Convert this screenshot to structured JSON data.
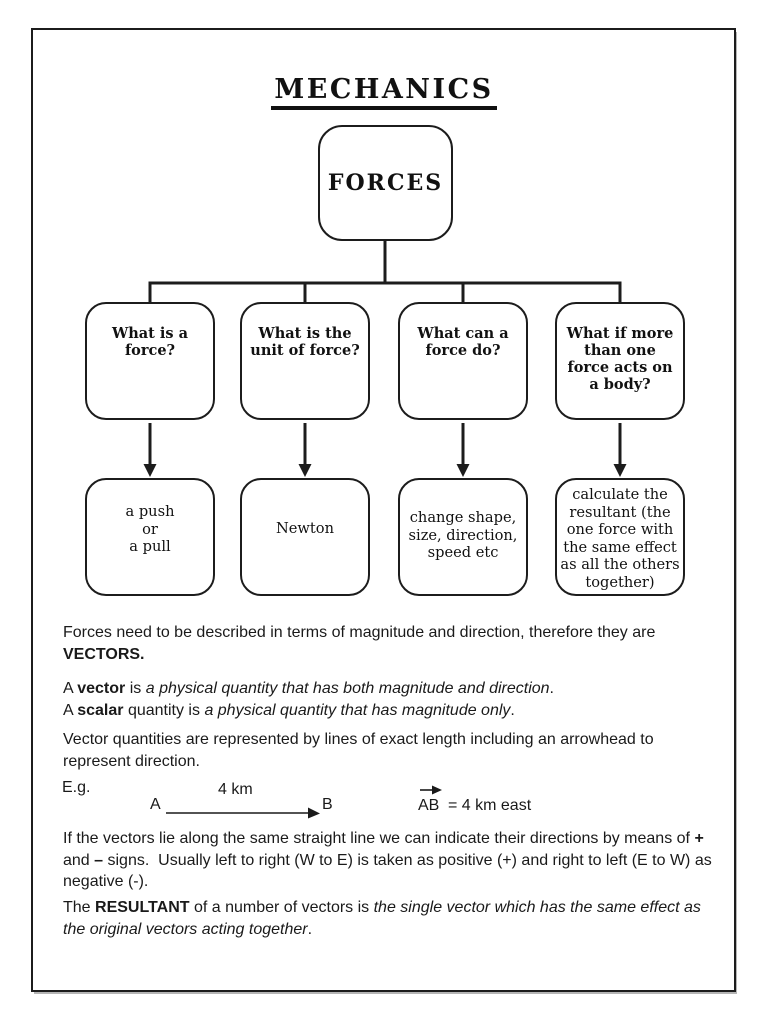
{
  "page": {
    "title": "MECHANICS"
  },
  "flowchart": {
    "root_label": "FORCES",
    "questions": [
      {
        "lines": [
          "What is a",
          "force?"
        ]
      },
      {
        "lines": [
          "What is the",
          "unit of force?"
        ]
      },
      {
        "lines": [
          "What can a",
          "force do?"
        ]
      },
      {
        "lines": [
          "What if more",
          "than one",
          "force acts on",
          "a body?"
        ]
      }
    ],
    "answers": [
      {
        "lines": [
          "a push",
          "or",
          "a pull"
        ]
      },
      {
        "lines": [
          "Newton"
        ]
      },
      {
        "lines": [
          "change shape,",
          "size, direction,",
          "speed etc"
        ]
      },
      {
        "lines": [
          "calculate the",
          "resultant (the",
          "one force with",
          "the same effect",
          "as all the others",
          "together)"
        ]
      }
    ]
  },
  "paragraphs": {
    "vectors_intro": {
      "lines": [
        [
          {
            "t": "Forces need to be described in terms of magnitude and direction, therefore they are"
          }
        ],
        [
          {
            "t": "VECTORS.",
            "b": true
          }
        ]
      ]
    },
    "vector_scalar": {
      "lines": [
        [
          {
            "t": "A "
          },
          {
            "t": "vector",
            "b": true
          },
          {
            "t": " is "
          },
          {
            "t": "a physical quantity that has both magnitude and direction",
            "i": true
          },
          {
            "t": "."
          }
        ],
        [
          {
            "t": "A "
          },
          {
            "t": "scalar",
            "b": true
          },
          {
            "t": " quantity is "
          },
          {
            "t": "a physical quantity that has magnitude only",
            "i": true
          },
          {
            "t": "."
          }
        ]
      ]
    },
    "representation": {
      "lines": [
        [
          {
            "t": "Vector quantities are represented by lines of exact length including an arrowhead to"
          }
        ],
        [
          {
            "t": "represent direction."
          }
        ]
      ]
    },
    "signs": {
      "lines": [
        [
          {
            "t": "If the vectors lie along the same straight line we can indicate their directions by means of "
          },
          {
            "t": "+",
            "b": true
          }
        ],
        [
          {
            "t": "and "
          },
          {
            "t": "–",
            "b": true
          },
          {
            "t": " signs.  Usually left to right (W to E) is taken as positive (+) and right to left (E to W) as"
          }
        ],
        [
          {
            "t": "negative (-)."
          }
        ]
      ]
    },
    "resultant": {
      "lines": [
        [
          {
            "t": "The "
          },
          {
            "t": "RESULTANT",
            "b": true
          },
          {
            "t": " of a number of vectors is "
          },
          {
            "t": "the single vector which has the same effect as",
            "i": true
          }
        ],
        [
          {
            "t": "the original vectors acting together",
            "i": true
          },
          {
            "t": "."
          }
        ]
      ]
    }
  },
  "example": {
    "label": "E.g.",
    "distance_label": "4 km",
    "point_a": "A",
    "point_b": "B",
    "vector_symbol": "AB",
    "value_text": "= 4 km east"
  },
  "colors": {
    "ink": "#1c1c1c",
    "paper": "#ffffff"
  }
}
